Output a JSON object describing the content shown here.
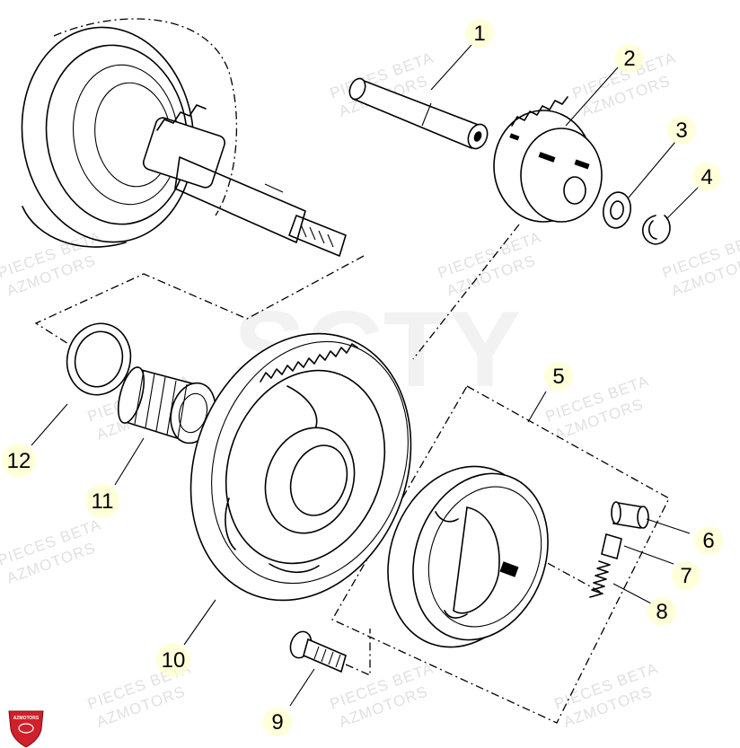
{
  "watermark": {
    "line1": "PIECES BETA",
    "line2": "AZMOTORS",
    "big": "SCTY"
  },
  "logo": {
    "text": "AZMOTORS",
    "color": "#d0202a"
  },
  "callouts": [
    {
      "id": 1,
      "label": "1"
    },
    {
      "id": 2,
      "label": "2"
    },
    {
      "id": 3,
      "label": "3"
    },
    {
      "id": 4,
      "label": "4"
    },
    {
      "id": 5,
      "label": "5"
    },
    {
      "id": 6,
      "label": "6"
    },
    {
      "id": 7,
      "label": "7"
    },
    {
      "id": 8,
      "label": "8"
    },
    {
      "id": 9,
      "label": "9"
    },
    {
      "id": 10,
      "label": "10"
    },
    {
      "id": 11,
      "label": "11"
    },
    {
      "id": 12,
      "label": "12"
    }
  ]
}
